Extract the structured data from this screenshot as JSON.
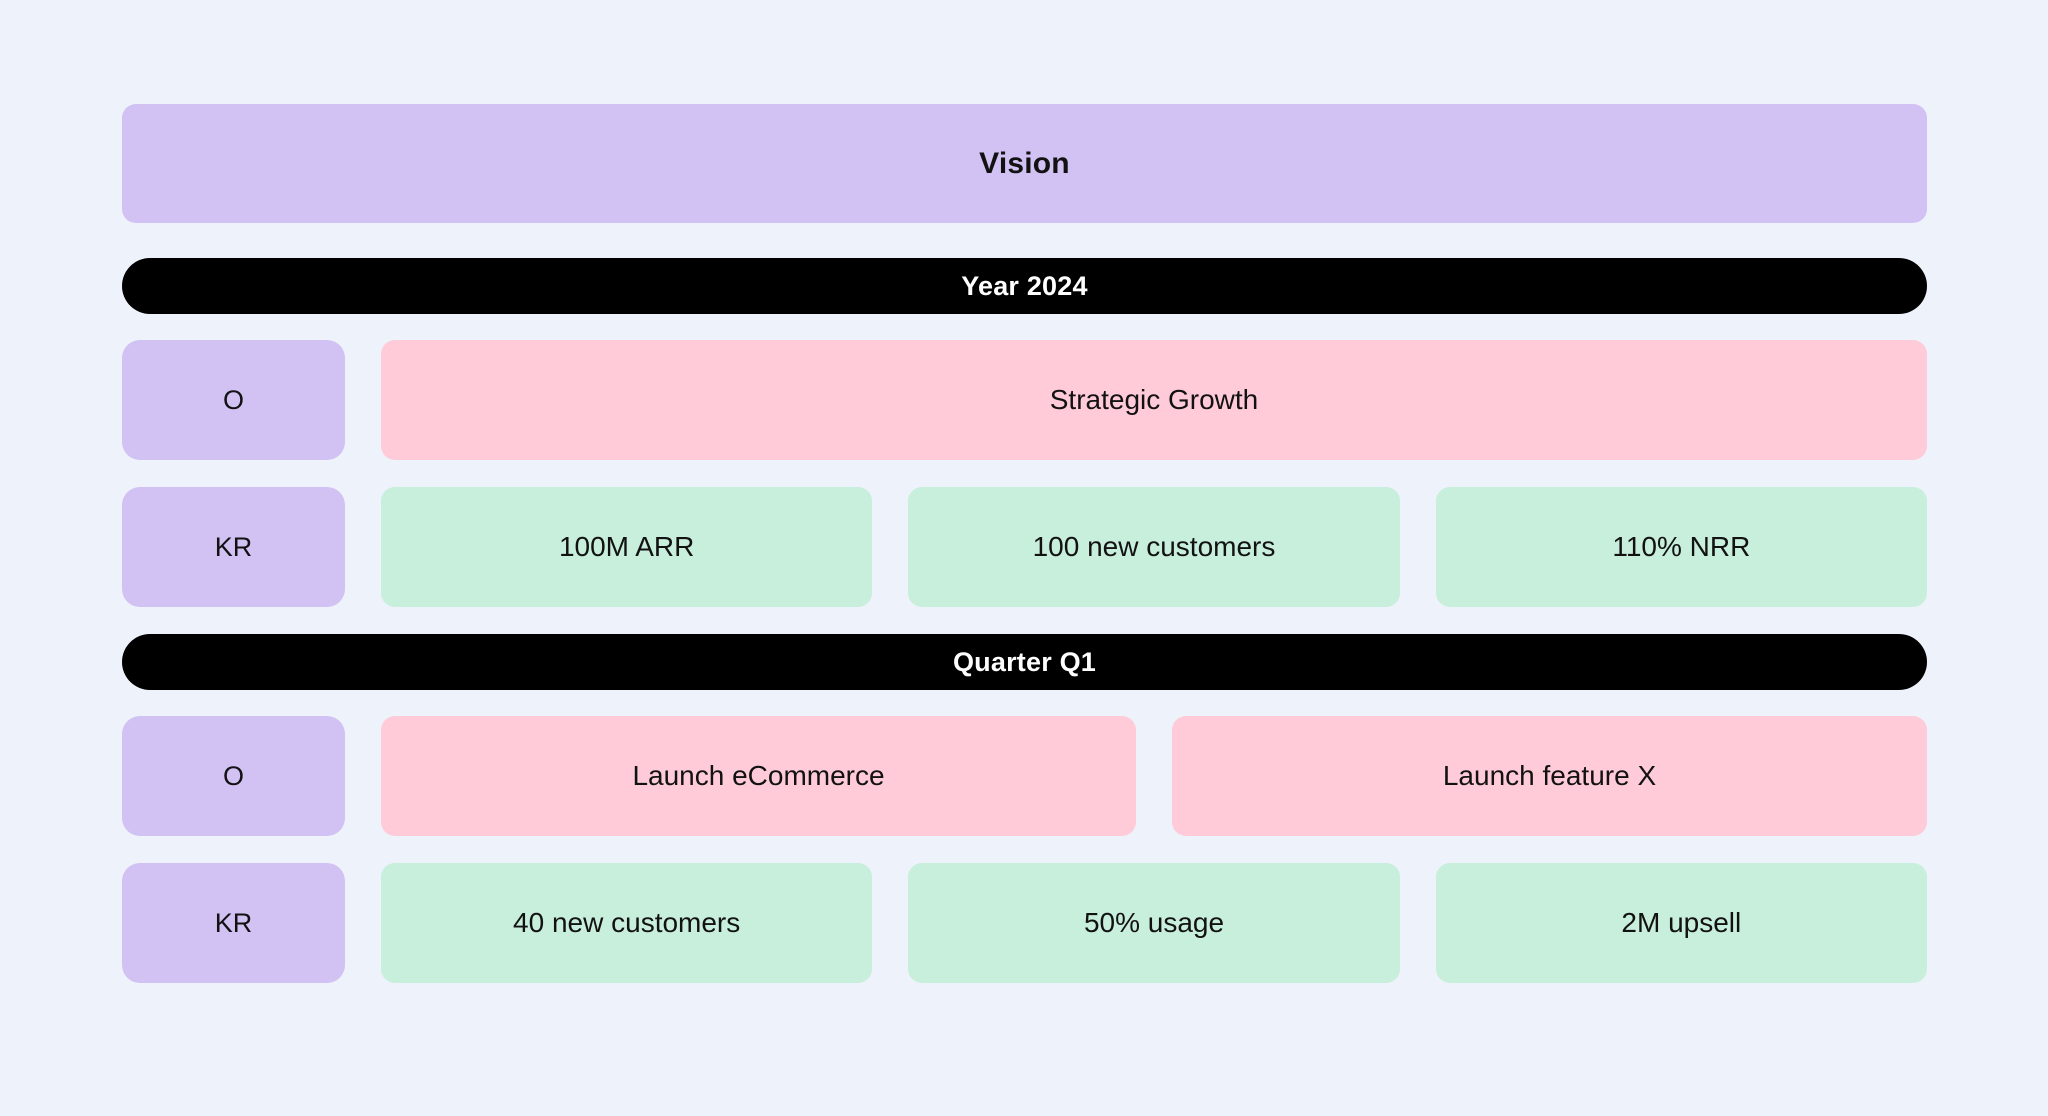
{
  "colors": {
    "background": "#eef2fb",
    "vision": "#d2c2f4",
    "label_chip": "#d2c2f4",
    "period_bar": "#000000",
    "period_text": "#ffffff",
    "objective": "#ffcbd9",
    "key_result": "#c8eedc",
    "text": "#121212"
  },
  "vision": {
    "label": "Vision"
  },
  "year": {
    "period_label": "Year 2024",
    "objective_row": {
      "chip": "O",
      "cards": [
        {
          "text": "Strategic Growth"
        }
      ]
    },
    "key_result_row": {
      "chip": "KR",
      "cards": [
        {
          "text": "100M ARR"
        },
        {
          "text": "100 new customers"
        },
        {
          "text": "110% NRR"
        }
      ]
    }
  },
  "quarter": {
    "period_label": "Quarter Q1",
    "objective_row": {
      "chip": "O",
      "cards": [
        {
          "text": "Launch eCommerce"
        },
        {
          "text": "Launch feature X"
        }
      ]
    },
    "key_result_row": {
      "chip": "KR",
      "cards": [
        {
          "text": "40 new customers"
        },
        {
          "text": "50% usage"
        },
        {
          "text": "2M upsell"
        }
      ]
    }
  }
}
